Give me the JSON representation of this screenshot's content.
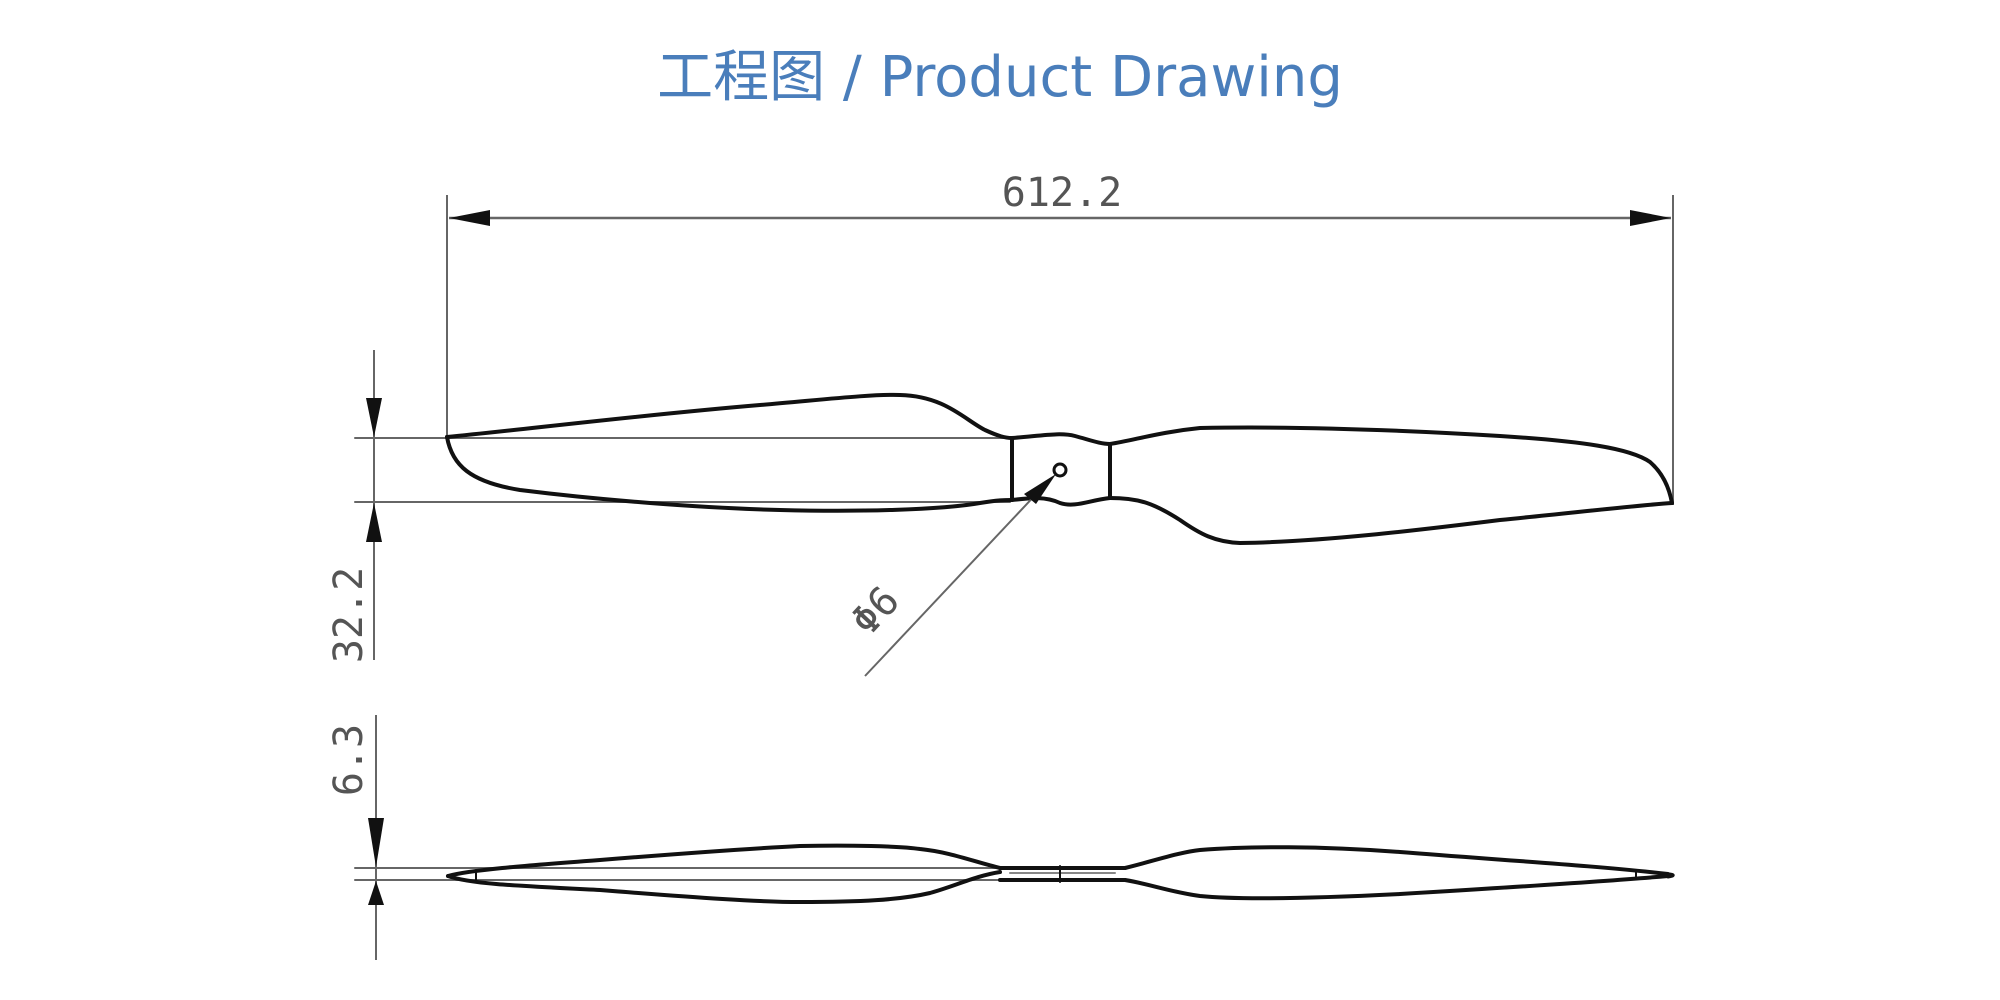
{
  "title": {
    "text": "工程图 / Product Drawing",
    "color": "#4a7ebb"
  },
  "drawing": {
    "subject": "two-blade propeller",
    "views": [
      "top-view",
      "side-view"
    ],
    "dimensions": {
      "overall_length": "612.2",
      "blade_width": "32.2",
      "hub_hole_diameter": "Φ6",
      "hub_thickness": "6.3"
    },
    "line_color": "#111111",
    "dimension_line_color": "#666666"
  }
}
